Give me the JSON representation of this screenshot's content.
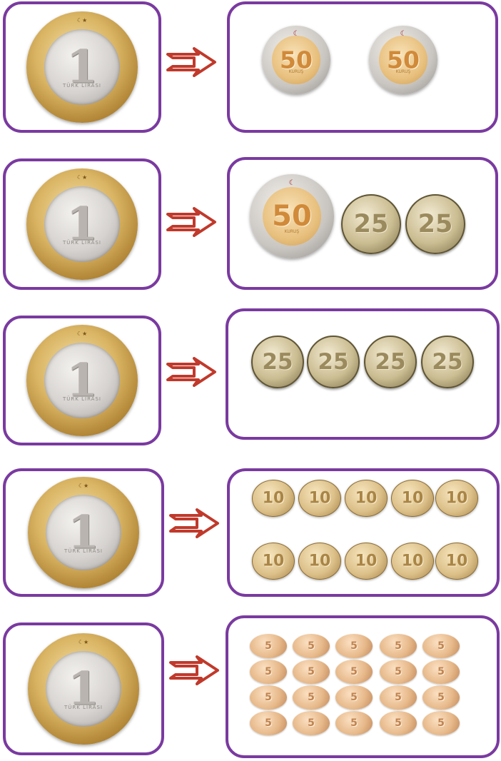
{
  "rows": [
    {
      "lira": {
        "value": "1",
        "text": "TÜRK LİRASI"
      },
      "arrow_icon": "double-arrow-right-icon",
      "coins": [
        {
          "type": "k50",
          "value": "50",
          "unit": "KURUŞ"
        },
        {
          "type": "k50",
          "value": "50",
          "unit": "KURUŞ"
        }
      ]
    },
    {
      "lira": {
        "value": "1",
        "text": "TÜRK LİRASI"
      },
      "arrow_icon": "double-arrow-right-icon",
      "coins": [
        {
          "type": "k50",
          "value": "50",
          "unit": "KURUŞ"
        },
        {
          "type": "k25",
          "value": "25"
        },
        {
          "type": "k25",
          "value": "25"
        }
      ]
    },
    {
      "lira": {
        "value": "1",
        "text": "TÜRK LİRASI"
      },
      "arrow_icon": "double-arrow-right-icon",
      "coins": [
        {
          "type": "k25",
          "value": "25"
        },
        {
          "type": "k25",
          "value": "25"
        },
        {
          "type": "k25",
          "value": "25"
        },
        {
          "type": "k25",
          "value": "25"
        }
      ]
    },
    {
      "lira": {
        "value": "1",
        "text": "TÜRK LİRASI"
      },
      "arrow_icon": "double-arrow-right-icon",
      "coins": [
        {
          "type": "k10",
          "value": "10"
        },
        {
          "type": "k10",
          "value": "10"
        },
        {
          "type": "k10",
          "value": "10"
        },
        {
          "type": "k10",
          "value": "10"
        },
        {
          "type": "k10",
          "value": "10"
        },
        {
          "type": "k10",
          "value": "10"
        },
        {
          "type": "k10",
          "value": "10"
        },
        {
          "type": "k10",
          "value": "10"
        },
        {
          "type": "k10",
          "value": "10"
        },
        {
          "type": "k10",
          "value": "10"
        }
      ]
    },
    {
      "lira": {
        "value": "1",
        "text": "TÜRK LİRASI"
      },
      "arrow_icon": "double-arrow-right-icon",
      "coins": [
        {
          "type": "k5",
          "value": "5"
        },
        {
          "type": "k5",
          "value": "5"
        },
        {
          "type": "k5",
          "value": "5"
        },
        {
          "type": "k5",
          "value": "5"
        },
        {
          "type": "k5",
          "value": "5"
        },
        {
          "type": "k5",
          "value": "5"
        },
        {
          "type": "k5",
          "value": "5"
        },
        {
          "type": "k5",
          "value": "5"
        },
        {
          "type": "k5",
          "value": "5"
        },
        {
          "type": "k5",
          "value": "5"
        },
        {
          "type": "k5",
          "value": "5"
        },
        {
          "type": "k5",
          "value": "5"
        },
        {
          "type": "k5",
          "value": "5"
        },
        {
          "type": "k5",
          "value": "5"
        },
        {
          "type": "k5",
          "value": "5"
        },
        {
          "type": "k5",
          "value": "5"
        },
        {
          "type": "k5",
          "value": "5"
        },
        {
          "type": "k5",
          "value": "5"
        },
        {
          "type": "k5",
          "value": "5"
        },
        {
          "type": "k5",
          "value": "5"
        }
      ]
    }
  ],
  "colors": {
    "border": "#7a3aa0",
    "arrow_fill": "#ffffff",
    "arrow_stroke": "#c0392b"
  }
}
